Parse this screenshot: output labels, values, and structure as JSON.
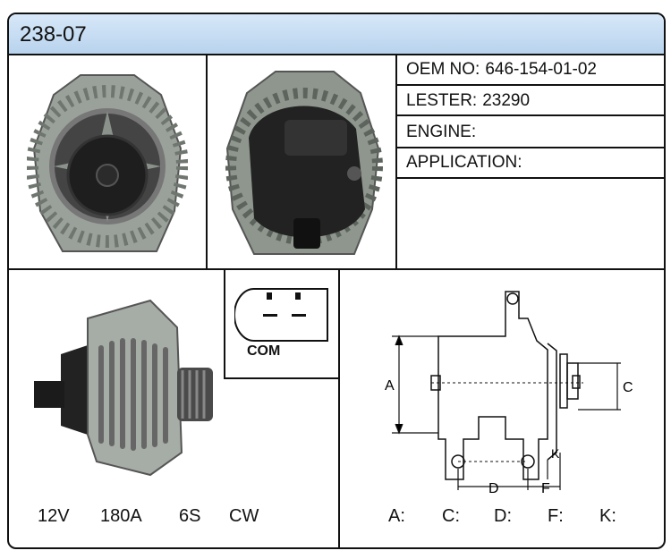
{
  "header": {
    "title": "238-07"
  },
  "specs": [
    {
      "label": "OEM NO:",
      "value": "646-154-01-02"
    },
    {
      "label": "LESTER:",
      "value": "23290"
    },
    {
      "label": "ENGINE:",
      "value": ""
    },
    {
      "label": "APPLICATION:",
      "value": ""
    }
  ],
  "bottom_specs": [
    "12V",
    "180A",
    "6S",
    "CW"
  ],
  "connector": {
    "label": "COM"
  },
  "drawing": {
    "labels": {
      "a": "A",
      "c": "C",
      "d": "D",
      "f": "F",
      "k": "K"
    }
  },
  "dimensions": [
    "A:",
    "C:",
    "D:",
    "F:",
    "K:"
  ],
  "colors": {
    "header_bg": "#c6dcf2",
    "border": "#111111"
  }
}
